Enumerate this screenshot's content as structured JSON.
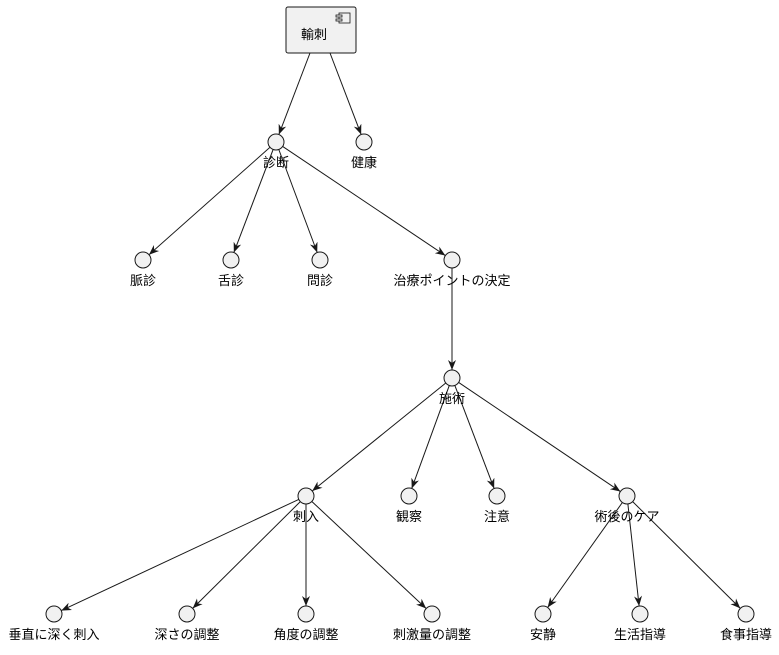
{
  "diagram": {
    "component": {
      "id": "root",
      "label": "輸刺"
    },
    "nodes": [
      {
        "id": "shindan",
        "label": "診断"
      },
      {
        "id": "kenko",
        "label": "健康"
      },
      {
        "id": "myakushin",
        "label": "脈診"
      },
      {
        "id": "zesshin",
        "label": "舌診"
      },
      {
        "id": "monshin",
        "label": "問診"
      },
      {
        "id": "kettei",
        "label": "治療ポイントの決定"
      },
      {
        "id": "sejutsu",
        "label": "施術"
      },
      {
        "id": "shinyu",
        "label": "刺入"
      },
      {
        "id": "kansatsu",
        "label": "観察"
      },
      {
        "id": "chui",
        "label": "注意"
      },
      {
        "id": "jutsugo",
        "label": "術後のケア"
      },
      {
        "id": "suichoku",
        "label": "垂直に深く刺入"
      },
      {
        "id": "fukasa",
        "label": "深さの調整"
      },
      {
        "id": "kakudo",
        "label": "角度の調整"
      },
      {
        "id": "shigeki",
        "label": "刺激量の調整"
      },
      {
        "id": "ansei",
        "label": "安静"
      },
      {
        "id": "seikatsu",
        "label": "生活指導"
      },
      {
        "id": "shokuji",
        "label": "食事指導"
      }
    ],
    "edges": [
      {
        "from": "root",
        "to": "shindan"
      },
      {
        "from": "root",
        "to": "kenko"
      },
      {
        "from": "shindan",
        "to": "myakushin"
      },
      {
        "from": "shindan",
        "to": "zesshin"
      },
      {
        "from": "shindan",
        "to": "monshin"
      },
      {
        "from": "shindan",
        "to": "kettei"
      },
      {
        "from": "kettei",
        "to": "sejutsu"
      },
      {
        "from": "sejutsu",
        "to": "shinyu"
      },
      {
        "from": "sejutsu",
        "to": "kansatsu"
      },
      {
        "from": "sejutsu",
        "to": "chui"
      },
      {
        "from": "sejutsu",
        "to": "jutsugo"
      },
      {
        "from": "shinyu",
        "to": "suichoku"
      },
      {
        "from": "shinyu",
        "to": "fukasa"
      },
      {
        "from": "shinyu",
        "to": "kakudo"
      },
      {
        "from": "shinyu",
        "to": "shigeki"
      },
      {
        "from": "jutsugo",
        "to": "ansei"
      },
      {
        "from": "jutsugo",
        "to": "seikatsu"
      },
      {
        "from": "jutsugo",
        "to": "shokuji"
      }
    ]
  }
}
